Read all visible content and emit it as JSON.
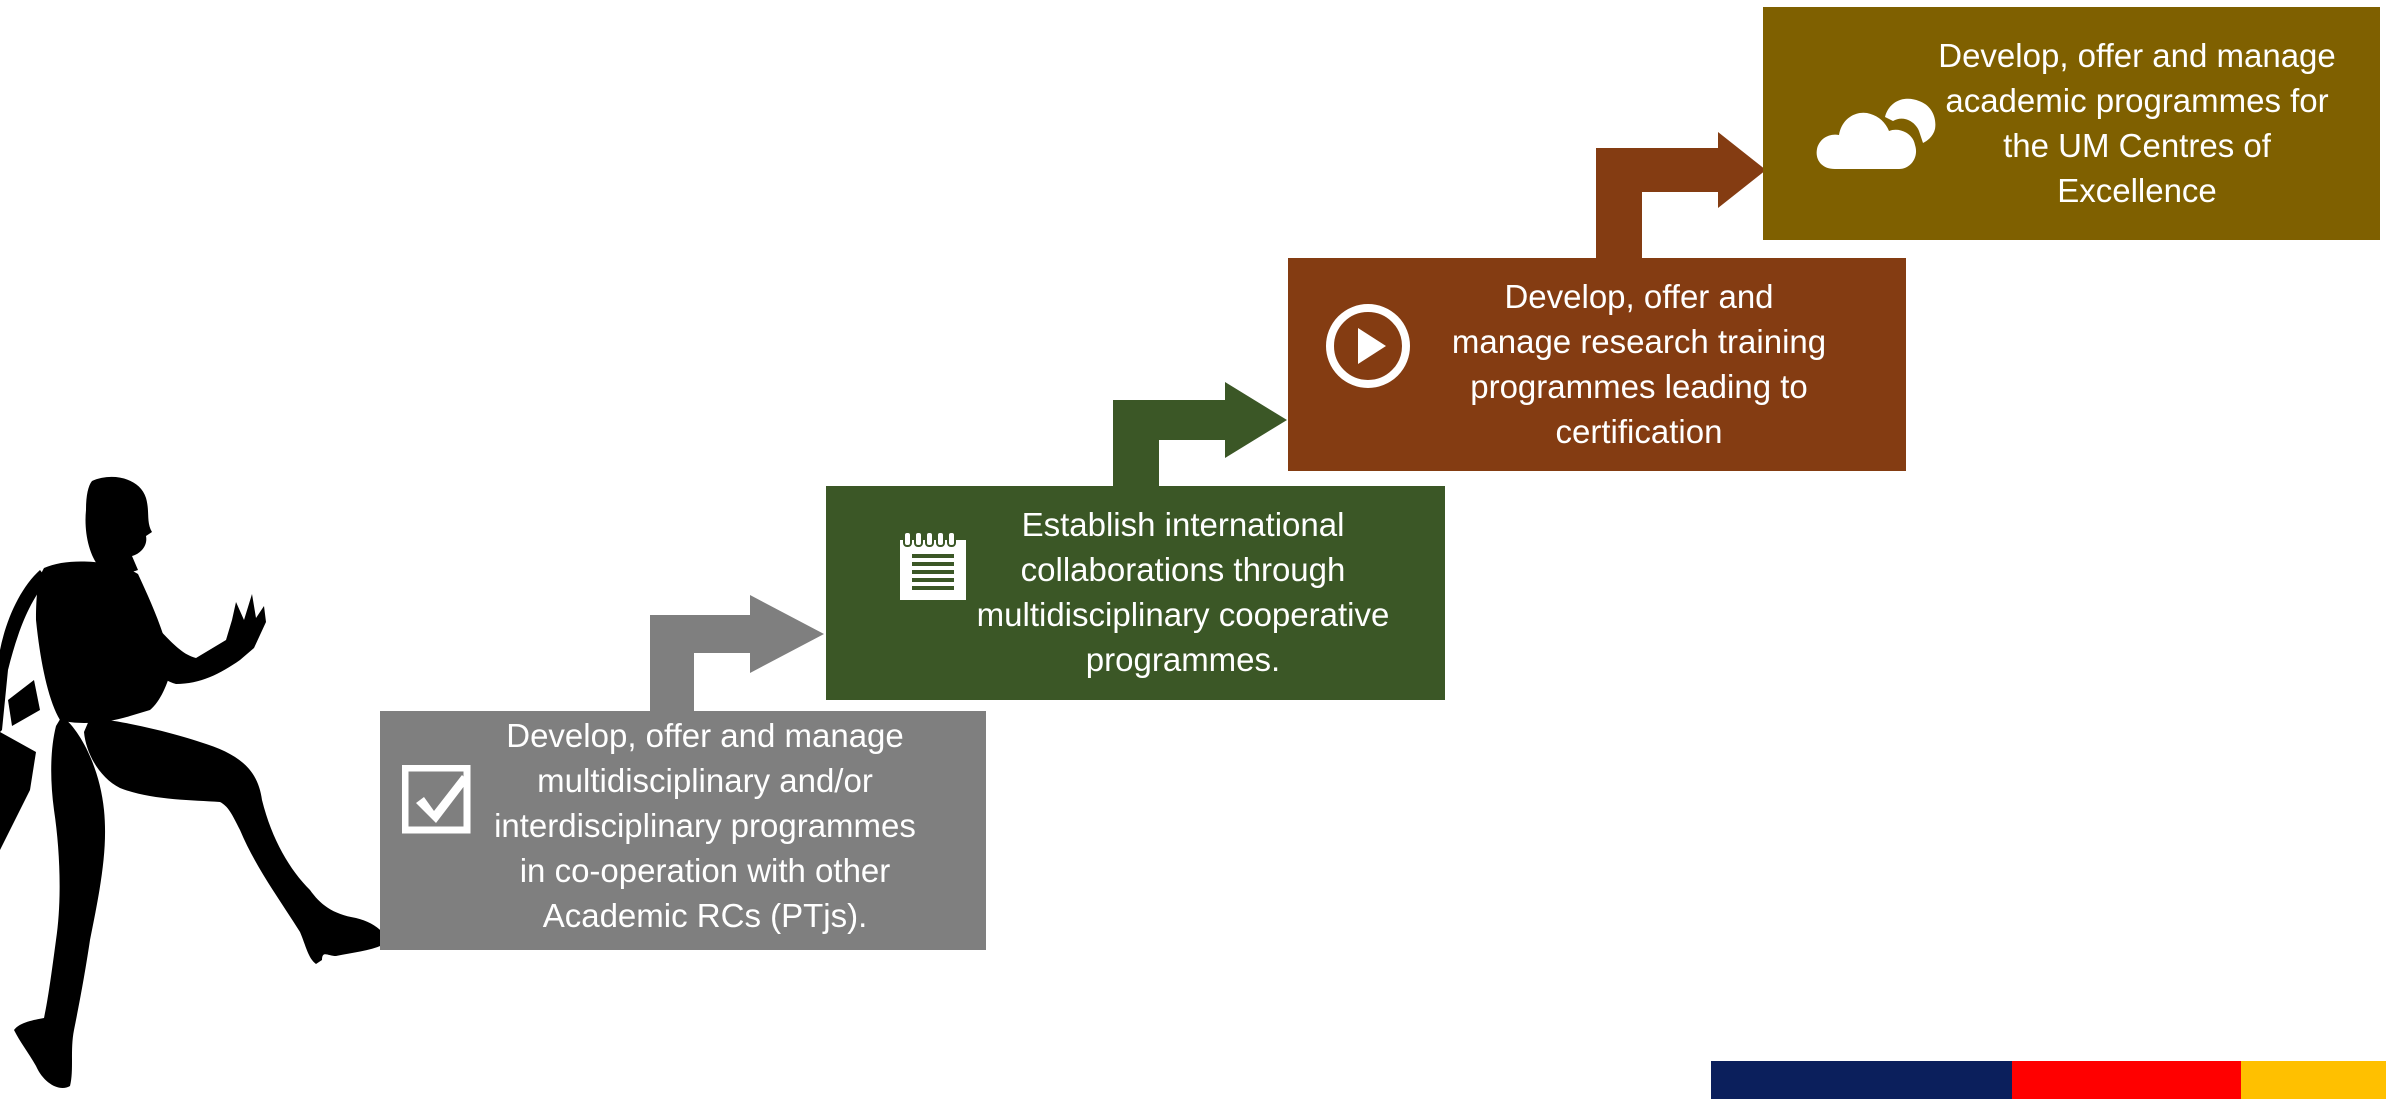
{
  "steps": [
    {
      "text": "Develop, offer and manage\nmultidisciplinary and/or\ninterdisciplinary programmes\nin co-operation with other\nAcademic RCs (PTjs).",
      "color": "#7f7f7f",
      "icon": "checkbox-icon"
    },
    {
      "text": "Establish international\ncollaborations through\nmultidisciplinary cooperative\nprogrammes.",
      "color": "#3b5726",
      "icon": "notepad-icon"
    },
    {
      "text": "Develop, offer and\nmanage research training\nprogrammes leading to\ncertification",
      "color": "#843c12",
      "icon": "play-circle-icon"
    },
    {
      "text": "Develop, offer and manage\nacademic programmes for\nthe UM Centres of\nExcellence",
      "color": "#7f6000",
      "icon": "cloud-icon"
    }
  ],
  "stripe_colors": [
    "#0b1f5c",
    "#ff0000",
    "#ffc000"
  ]
}
